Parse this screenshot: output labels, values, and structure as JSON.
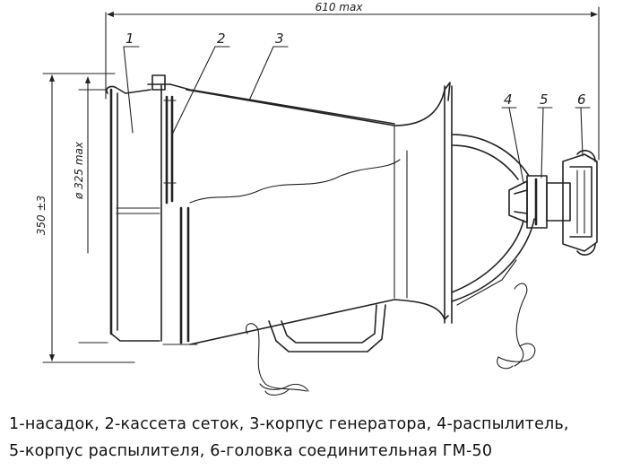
{
  "dimensions": {
    "overall_length": "610 max",
    "inner_diameter": "ø 325 max",
    "height": "350 ±3"
  },
  "callouts": [
    "1",
    "2",
    "3",
    "4",
    "5",
    "6"
  ],
  "caption": {
    "line1": "1-насадок, 2-кассета сеток, 3-корпус генератора, 4-распылитель,",
    "line2": "5-корпус распылителя, 6-головка соединительная ГМ-50"
  }
}
